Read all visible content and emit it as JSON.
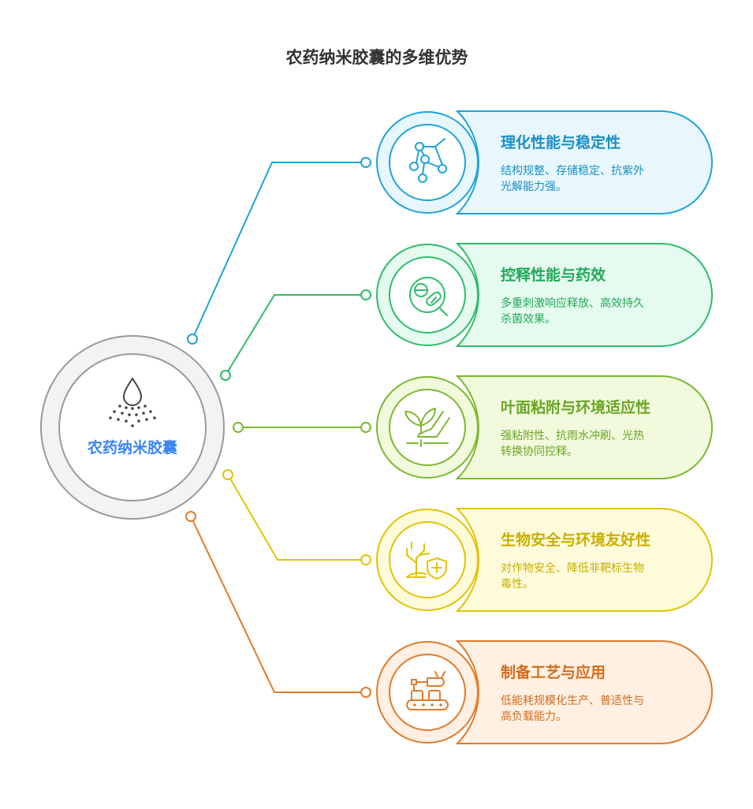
{
  "title": "农药纳米胶囊的多维优势",
  "center": {
    "label": "农药纳米胶囊",
    "icon": "droplet-spray-icon"
  },
  "items": [
    {
      "title": "理化性能与稳定性",
      "desc1": "结构规整、存储稳定、抗紫外",
      "desc2": "光解能力强。",
      "icon": "molecule-network-icon",
      "color": "#1fa3d8",
      "fill": "#e8f7fd",
      "text": "#1a8fc4"
    },
    {
      "title": "控释性能与药效",
      "desc1": "多重刺激响应释放、高效持久",
      "desc2": "杀菌效果。",
      "icon": "pill-magnifier-icon",
      "color": "#2ebd6b",
      "fill": "#e5fbef",
      "text": "#22a85b"
    },
    {
      "title": "叶面粘附与环境适应性",
      "desc1": "强粘附性、抗雨水冲刷、光热",
      "desc2": "转换协同控释。",
      "icon": "plant-hand-icon",
      "color": "#7cb82f",
      "fill": "#f1fadc",
      "text": "#6aa525"
    },
    {
      "title": "生物安全与环境友好性",
      "desc1": "对作物安全、降低非靶标生物",
      "desc2": "毒性。",
      "icon": "tree-shield-icon",
      "color": "#e0c400",
      "fill": "#fefbdb",
      "text": "#c9ae00"
    },
    {
      "title": "制备工艺与应用",
      "desc1": "低能耗规模化生产、普适性与",
      "desc2": "高负载能力。",
      "icon": "robot-conveyor-icon",
      "color": "#e07b2a",
      "fill": "#fff0e3",
      "text": "#d26c1c"
    }
  ]
}
